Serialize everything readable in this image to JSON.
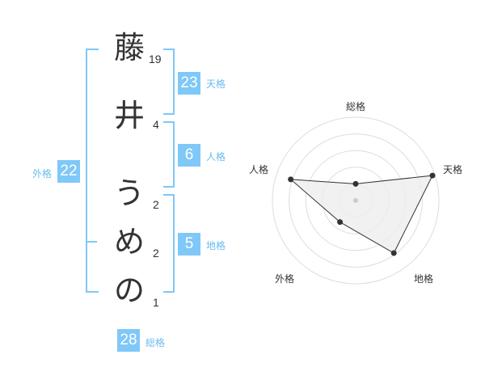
{
  "name_chars": [
    {
      "char": "藤",
      "strokes": "19"
    },
    {
      "char": "井",
      "strokes": "4"
    },
    {
      "char": "う",
      "strokes": "2"
    },
    {
      "char": "め",
      "strokes": "2"
    },
    {
      "char": "の",
      "strokes": "1"
    }
  ],
  "kaku": {
    "tenkaku": {
      "value": "23",
      "label": "天格"
    },
    "jinkaku": {
      "value": "6",
      "label": "人格"
    },
    "chikaku": {
      "value": "5",
      "label": "地格"
    },
    "gaikaku": {
      "value": "22",
      "label": "外格"
    },
    "soukaku": {
      "value": "28",
      "label": "総格"
    }
  },
  "chart_data": {
    "type": "radar",
    "axes": [
      "総格",
      "天格",
      "地格",
      "外格",
      "人格"
    ],
    "values": [
      0.2,
      0.97,
      0.78,
      0.32,
      0.82
    ],
    "rings": 5,
    "center_dot_color": "#cccccc",
    "line_color": "#333333",
    "fill_color": "#eeeeee"
  },
  "colors": {
    "accent": "#7fc8f8",
    "text": "#333333"
  }
}
